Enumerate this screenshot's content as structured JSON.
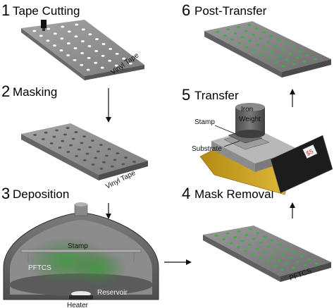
{
  "steps": {
    "s1": {
      "num": "1",
      "title": "Tape Cutting"
    },
    "s2": {
      "num": "2",
      "title": "Masking"
    },
    "s3": {
      "num": "3",
      "title": "Deposition"
    },
    "s4": {
      "num": "4",
      "title": "Mask Removal"
    },
    "s5": {
      "num": "5",
      "title": "Transfer"
    },
    "s6": {
      "num": "6",
      "title": "Post-Transfer"
    }
  },
  "labels": {
    "vinyl_tape_1": "Vinyl Tape",
    "vinyl_tape_2": "Vinyl Tape",
    "stamp_dep": "Stamp",
    "pftcs_dep": "PFTCS",
    "reservoir": "Reservoir",
    "heater": "Heater",
    "pftcs_slide": "PFTCS",
    "iron_weight_1": "Iron",
    "iron_weight_2": "Weight",
    "stamp_transfer": "Stamp",
    "substrate": "Substrate",
    "hotplate_display": "$5"
  },
  "colors": {
    "slide_top": "#8e8e8e",
    "slide_side": "#5a5a5a",
    "dot_green": "#3fae49",
    "hotplate_base": "#c9a227",
    "chamber_gray": "#6f6f6f",
    "vapor_green": "#3c8f3c"
  }
}
